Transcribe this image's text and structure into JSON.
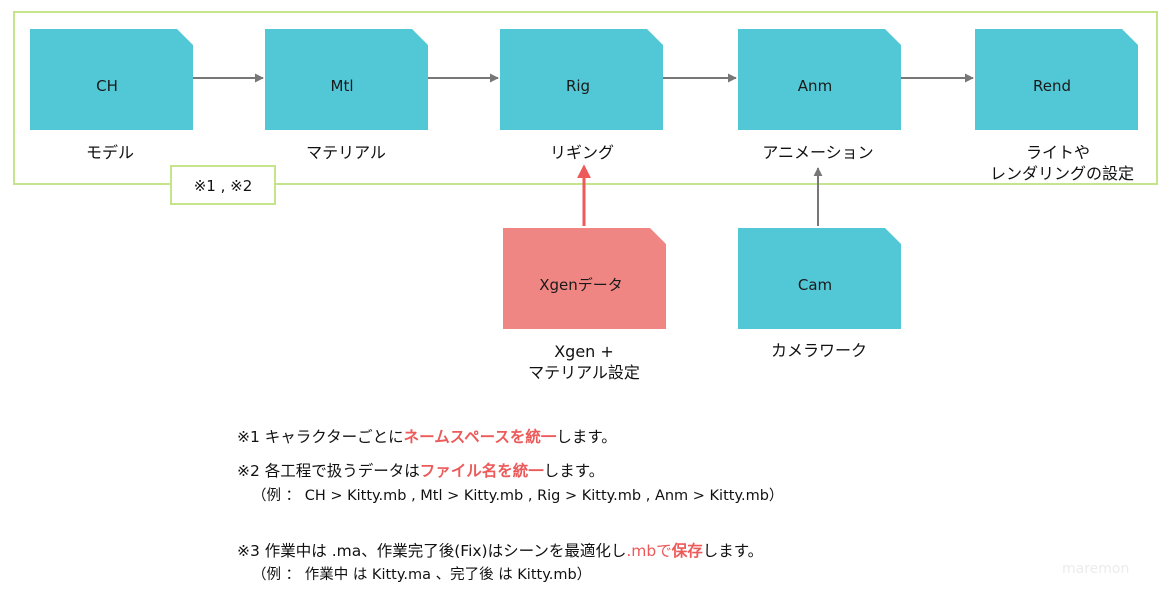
{
  "colors": {
    "node_fill": "#52c7d6",
    "xgen_fill": "#f08683",
    "group_border": "#c6e48b",
    "arrow_gray": "#777777",
    "arrow_red": "#ec5a5a",
    "highlight": "#ec5a5a"
  },
  "group": {
    "label": "※1 , ※2"
  },
  "nodes": [
    {
      "id": "ch",
      "label": "CH",
      "caption": [
        "モデル"
      ]
    },
    {
      "id": "mtl",
      "label": "Mtl",
      "caption": [
        "マテリアル"
      ]
    },
    {
      "id": "rig",
      "label": "Rig",
      "caption": [
        "リギング"
      ]
    },
    {
      "id": "anm",
      "label": "Anm",
      "caption": [
        "アニメーション"
      ]
    },
    {
      "id": "rend",
      "label": "Rend",
      "caption": [
        "ライトや",
        "レンダリングの設定"
      ]
    },
    {
      "id": "xgen",
      "label": "Xgenデータ",
      "caption": [
        "Xgen +",
        "マテリアル設定"
      ]
    },
    {
      "id": "cam",
      "label": "Cam",
      "caption": [
        "カメラワーク"
      ]
    }
  ],
  "notes": {
    "note1": {
      "prefix": "※1 キャラクターごとに",
      "highlight": "ネームスペースを統一",
      "suffix": "します。"
    },
    "note2": {
      "prefix": "※2 各工程で扱うデータは",
      "highlight": "ファイル名を統一",
      "suffix": "します。",
      "example": "（例 ： CH > Kitty.mb , Mtl > Kitty.mb , Rig > Kitty.mb , Anm > Kitty.mb）"
    },
    "note3": {
      "prefix": "※3 作業中は .ma、作業完了後(Fix)はシーンを最適化し",
      "highlight_ext": ".mbで",
      "highlight": "保存",
      "suffix": "します。",
      "example": "（例 ： 作業中 は Kitty.ma 、完了後 は Kitty.mb）"
    }
  },
  "watermark": "maremon"
}
